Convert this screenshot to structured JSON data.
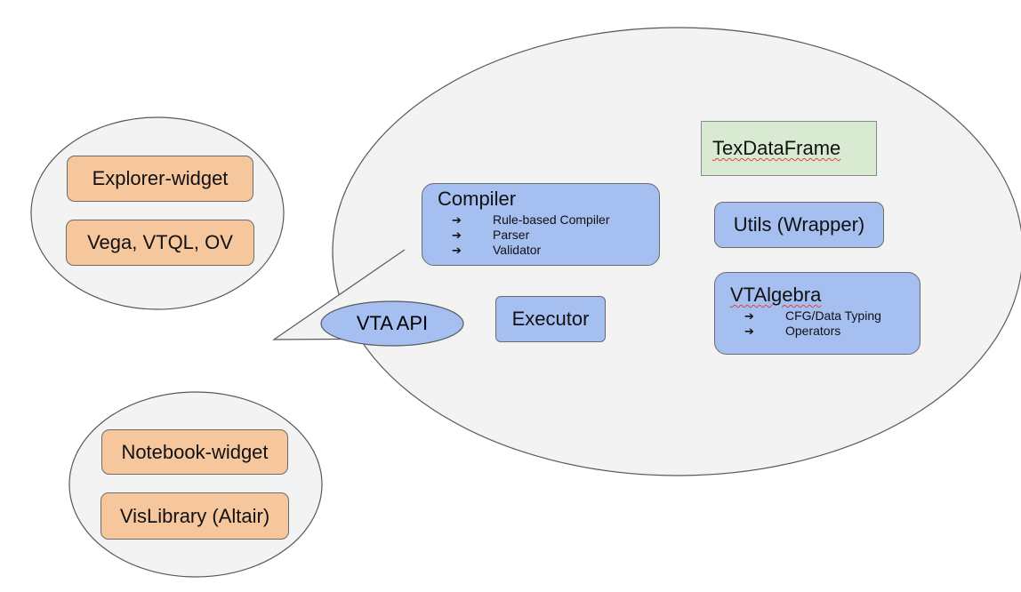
{
  "outer": {
    "explorer_widget": "Explorer-widget",
    "vega_vtql_ov": "Vega, VTQL, OV",
    "notebook_widget": "Notebook-widget",
    "vislibrary": "VisLibrary (Altair)"
  },
  "bubble": {
    "texdataframe": "TexDataFrame",
    "compiler": {
      "title": "Compiler",
      "items": [
        "Rule-based Compiler",
        "Parser",
        "Validator"
      ]
    },
    "utils": "Utils (Wrapper)",
    "executor": "Executor",
    "vta_api": "VTA API",
    "vtalgebra": {
      "title": "VTAlgebra",
      "items": [
        "CFG/Data Typing",
        "Operators"
      ]
    }
  },
  "glyphs": {
    "arrow": "➔"
  },
  "colors": {
    "orange_fill": "#f6c79c",
    "blue_fill": "#a4bff0",
    "green_fill": "#d9ead3",
    "bubble_fill": "#f3f3f3",
    "outline": "#595959"
  }
}
